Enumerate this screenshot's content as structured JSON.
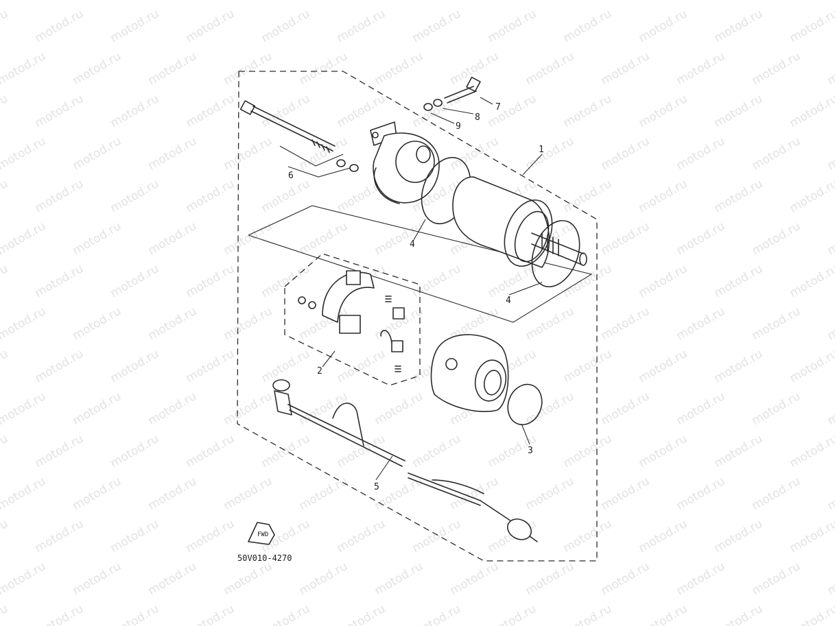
{
  "watermark": {
    "text": "motod.ru"
  },
  "diagram_code": "50V010-4270",
  "fwd_label": "FWD",
  "callouts": [
    "1",
    "2",
    "3",
    "4",
    "4",
    "5",
    "6",
    "7",
    "8",
    "9"
  ]
}
